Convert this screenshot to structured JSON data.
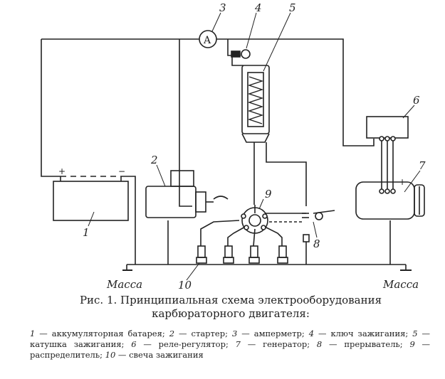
{
  "figure": {
    "title": "Рис. 1. Принципиальная схема электрооборудования карбюраторного двигателя:",
    "legend": [
      {
        "n": "1",
        "text": "аккумуляторная батарея"
      },
      {
        "n": "2",
        "text": "стартер"
      },
      {
        "n": "3",
        "text": "амперметр"
      },
      {
        "n": "4",
        "text": "ключ зажигания"
      },
      {
        "n": "5",
        "text": "катушка зажигания"
      },
      {
        "n": "6",
        "text": "реле-регулятор"
      },
      {
        "n": "7",
        "text": "генератор"
      },
      {
        "n": "8",
        "text": "прерыватель"
      },
      {
        "n": "9",
        "text": "распределитель"
      },
      {
        "n": "10",
        "text": "свеча зажигания"
      }
    ]
  },
  "diagram": {
    "ground_left": "Масса",
    "ground_right": "Масса",
    "ammeter_symbol": "A",
    "battery_plus": "+",
    "battery_minus": "−",
    "generator_plus": "+",
    "callouts": [
      "1",
      "2",
      "3",
      "4",
      "5",
      "6",
      "7",
      "8",
      "9",
      "10"
    ]
  }
}
